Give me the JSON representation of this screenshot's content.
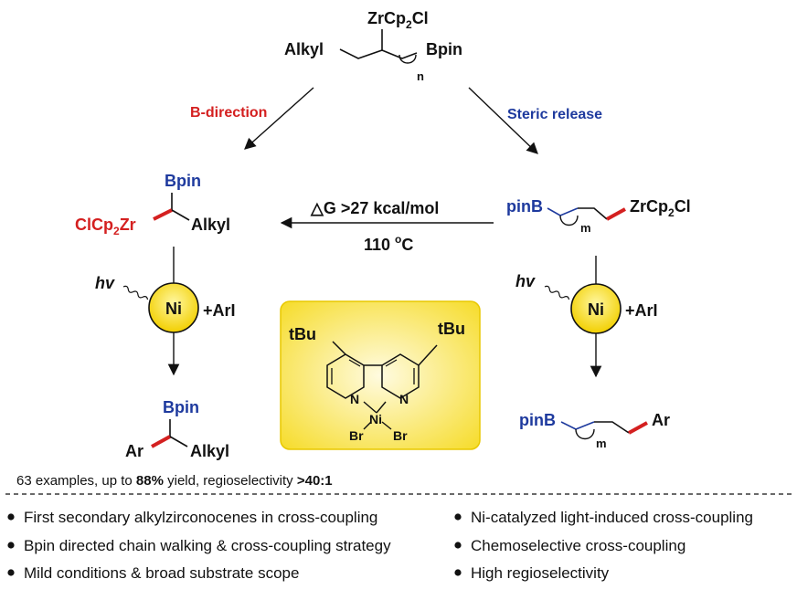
{
  "top": {
    "zr": "ZrCp",
    "zr_sub": "2",
    "zr_tail": "Cl",
    "alkyl": "Alkyl",
    "bpin": "Bpin",
    "n": "n"
  },
  "arrows": {
    "left_label": "B-direction",
    "right_label": "Steric release"
  },
  "left": {
    "bpin": "Bpin",
    "clcp": "ClCp",
    "clcp_sub": "2",
    "clcp_tail": "Zr",
    "alkyl": "Alkyl",
    "hv": "hv",
    "ni": "Ni",
    "ari": "+ArI",
    "prod_bpin": "Bpin",
    "prod_ar": "Ar",
    "prod_alkyl": "Alkyl"
  },
  "center": {
    "dg": "△G >27 kcal/mol",
    "temp": "110 ",
    "temp_sup": "o",
    "temp_tail": "C"
  },
  "right": {
    "pinb": "pinB",
    "zr": "ZrCp",
    "zr_sub": "2",
    "zr_tail": "Cl",
    "m": "m",
    "hv": "hv",
    "ni": "Ni",
    "ari": "+ArI",
    "prod_pinb": "pinB",
    "prod_m": "m",
    "prod_ar": "Ar"
  },
  "catalyst": {
    "tbu_left": "tBu",
    "tbu_right": "tBu",
    "n_left": "N",
    "n_right": "N",
    "ni": "Ni",
    "br_left": "Br",
    "br_right": "Br"
  },
  "summary": {
    "pre": "63 examples, up to ",
    "yield": "88%",
    "mid": " yield, regioselectivity ",
    "ratio": ">40:1"
  },
  "bullets": {
    "left": [
      "First secondary alkylzirconocenes in cross-coupling",
      "Bpin directed chain walking & cross-coupling strategy",
      "Mild conditions & broad substrate scope"
    ],
    "right": [
      "Ni-catalyzed light-induced cross-coupling",
      "Chemoselective cross-coupling",
      "High regioselectivity"
    ]
  },
  "colors": {
    "red": "#d42020",
    "blue": "#1e3a9e",
    "ni_yellow": "#f2d200",
    "box_yellow": "#f7e34a"
  }
}
